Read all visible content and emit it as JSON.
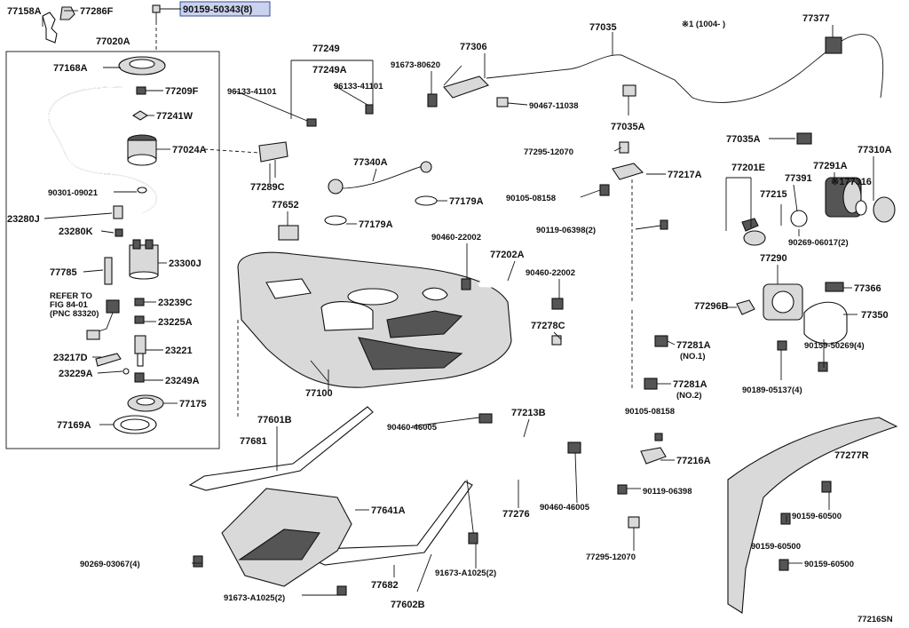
{
  "highlighted_part": "90159-50343(8)",
  "diagram_code": "77216SN",
  "note": "※1 (1004-      )",
  "refer": {
    "line1": "REFER TO",
    "line2": "FIG 84-01",
    "line3": "(PNC 83320)"
  },
  "labels": {
    "p77158A": "77158A",
    "p77286F": "77286F",
    "p77020A": "77020A",
    "p77168A": "77168A",
    "p77209F": "77209F",
    "p77241W": "77241W",
    "p77024A": "77024A",
    "p90301": "90301-09021",
    "p23280J": "23280J",
    "p23280K": "23280K",
    "p23300J": "23300J",
    "p77785": "77785",
    "p23239C": "23239C",
    "p23225A": "23225A",
    "p23221": "23221",
    "p23217D": "23217D",
    "p23229A": "23229A",
    "p23249A": "23249A",
    "p77175": "77175",
    "p77169A": "77169A",
    "p77249": "77249",
    "p77249A": "77249A",
    "p96133a": "96133-41101",
    "p96133b": "96133-41101",
    "p77306": "77306",
    "p91673_80620": "91673-80620",
    "p77035": "77035",
    "p77377": "77377",
    "p90467": "90467-11038",
    "p77035A_1": "77035A",
    "p77035A_2": "77035A",
    "p77295_1": "77295-12070",
    "p77217A": "77217A",
    "p90105_1": "90105-08158",
    "p90119_2": "90119-06398(2)",
    "p77201E": "77201E",
    "p77291A": "77291A",
    "p77310A": "77310A",
    "p77391": "77391",
    "p77215": "77215",
    "p177316": "※177316",
    "p90269_06017": "90269-06017(2)",
    "p77289C": "77289C",
    "p77340A": "77340A",
    "p77179A_1": "77179A",
    "p77179A_2": "77179A",
    "p77652": "77652",
    "p90460_22002a": "90460-22002",
    "p90460_22002b": "90460-22002",
    "p77202A": "77202A",
    "p77290": "77290",
    "p77366": "77366",
    "p77296B": "77296B",
    "p77350": "77350",
    "p77278C": "77278C",
    "p77281A_1": "77281A",
    "p77281A_1n": "(NO.1)",
    "p77281A_2": "77281A",
    "p77281A_2n": "(NO.2)",
    "p90159_50269": "90159-50269(4)",
    "p90189": "90189-05137(4)",
    "p77100": "77100",
    "p90105_2": "90105-08158",
    "p90460_46005a": "90460-46005",
    "p77213B": "77213B",
    "p77601B": "77601B",
    "p77681": "77681",
    "p77216A": "77216A",
    "p77277R": "77277R",
    "p90119_06398": "90119-06398",
    "p77276": "77276",
    "p90460_46005b": "90460-46005",
    "p90159_60500a": "90159-60500",
    "p90159_60500b": "90159-60500",
    "p90159_60500c": "90159-60500",
    "p77641A": "77641A",
    "p90269_03067": "90269-03067(4)",
    "p77295_2": "77295-12070",
    "p91673_A1025a": "91673-A1025(2)",
    "p91673_A1025b": "91673-A1025(2)",
    "p77682": "77682",
    "p77602B": "77602B"
  }
}
